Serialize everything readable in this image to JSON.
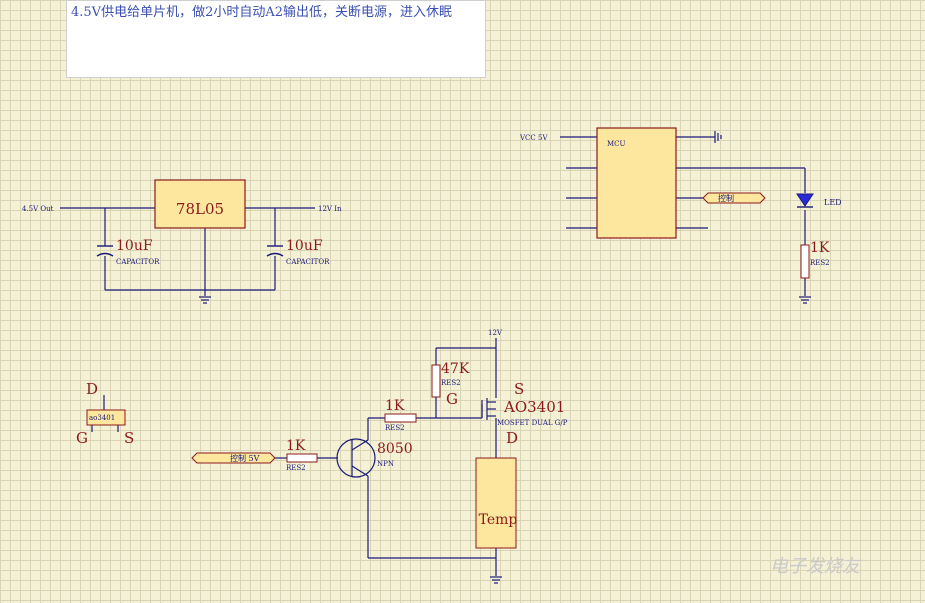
{
  "note": "4.5V供电给单片机，做2小时自动A2输出低，关断电源，进入休眠",
  "regulator": {
    "part": "78L05",
    "in_label": "12V In",
    "out_label": "4.5V Out"
  },
  "caps": [
    {
      "value": "10uF",
      "type": "CAPACITOR"
    },
    {
      "value": "10uF",
      "type": "CAPACITOR"
    }
  ],
  "mcu": {
    "name": "MCU",
    "vcc": "VCC  5V",
    "port": "控制"
  },
  "led": {
    "name": "LED",
    "r_value": "1K",
    "r_type": "RES2"
  },
  "mosfet_symbol": {
    "part": "ao3401",
    "d": "D",
    "g": "G",
    "s": "S"
  },
  "circuit": {
    "supply": "12V",
    "r_input": {
      "value": "1K",
      "type": "RES2"
    },
    "r_base": {
      "value": "1K",
      "type": "RES2"
    },
    "r_pull": {
      "value": "47K",
      "type": "RES2"
    },
    "transistor": {
      "part": "8050",
      "type": "NPN"
    },
    "mosfet": {
      "part": "AO3401",
      "desc": "MOSFET DUAL G/P",
      "g": "G",
      "s": "S",
      "d": "D"
    },
    "port": "控制  5V",
    "load": "Temp"
  },
  "watermark": "电子发烧友",
  "colors": {
    "wire": "#1a1a7a",
    "part": "#8b1a1a",
    "fill": "#fde79e",
    "label": "#8b1a1a"
  }
}
